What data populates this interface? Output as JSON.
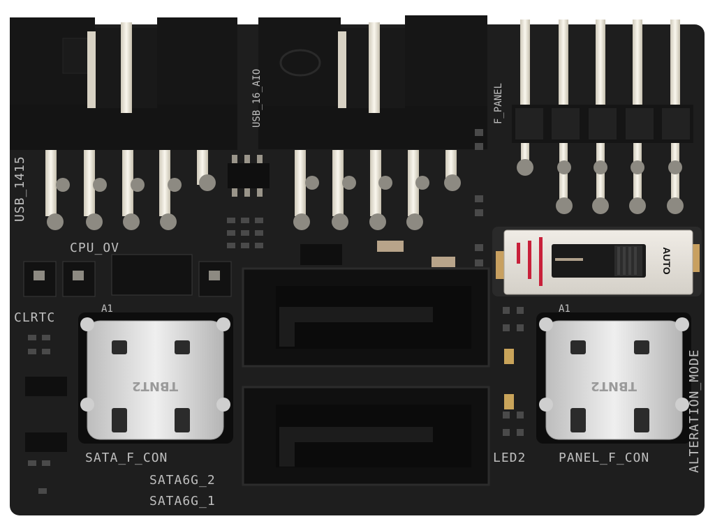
{
  "board": {
    "labels": {
      "usb_1415": "USB_1415",
      "usb_16_aio": "USB_16_AIO",
      "f_panel": "F_PANEL",
      "cpu_ov": "CPU_OV",
      "clrtc": "CLRTC",
      "a1_left": "A1",
      "a1_right": "A1",
      "sata_f_con": "SATA_F_CON",
      "sata6g_2": "SATA6G_2",
      "sata6g_1": "SATA6G_1",
      "led2": "LED2",
      "panel_f_con": "PANEL_F_CON",
      "alteration_mode": "ALTERATION_MODE"
    },
    "switch": {
      "label": "AUTO"
    },
    "usb_c_ports": [
      {
        "engraving": "TBNT2"
      },
      {
        "engraving": "TBNT2"
      }
    ]
  },
  "colors": {
    "pcb": "#1e1e1e",
    "connector": "#161616",
    "silkscreen": "#bfbfbf",
    "pin": "#e8e4d8",
    "usb_metal": "#d9d9d9",
    "switch_body": "#e6e2dc",
    "switch_marks": "#c8203a"
  }
}
